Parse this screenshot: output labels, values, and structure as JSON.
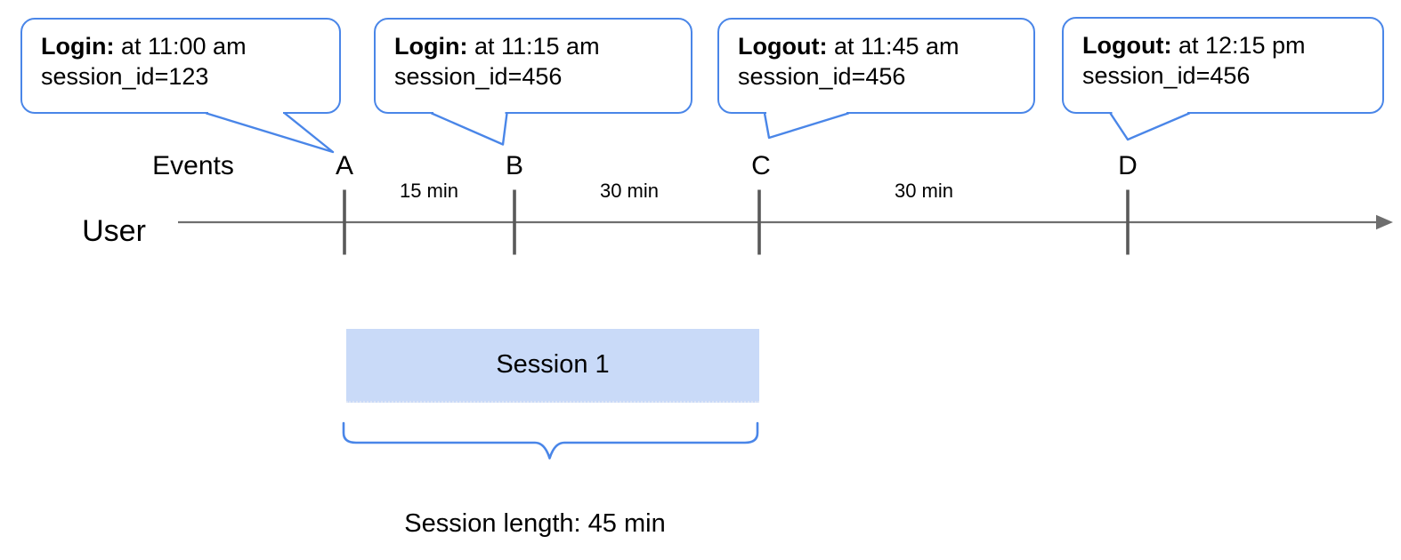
{
  "colors": {
    "accent_blue": "#4a86e8",
    "session_fill": "#c9daf8",
    "line_gray": "#6e6e6e",
    "tick_gray": "#595959",
    "text_black": "#000000",
    "bg": "#ffffff"
  },
  "callouts": [
    {
      "event_type": "Login:",
      "event_time": " at 11:00 am",
      "detail": "session_id=123"
    },
    {
      "event_type": "Login:",
      "event_time": " at 11:15 am",
      "detail": "session_id=456"
    },
    {
      "event_type": "Logout:",
      "event_time": " at 11:45 am",
      "detail": "session_id=456"
    },
    {
      "event_type": "Logout:",
      "event_time": " at 12:15 pm",
      "detail": "session_id=456"
    }
  ],
  "timeline": {
    "axis_label": "Events",
    "lane_label": "User",
    "markers": [
      "A",
      "B",
      "C",
      "D"
    ],
    "intervals": [
      "15 min",
      "30 min",
      "30 min"
    ]
  },
  "session": {
    "box_label": "Session 1",
    "length_label": "Session length: 45 min"
  }
}
